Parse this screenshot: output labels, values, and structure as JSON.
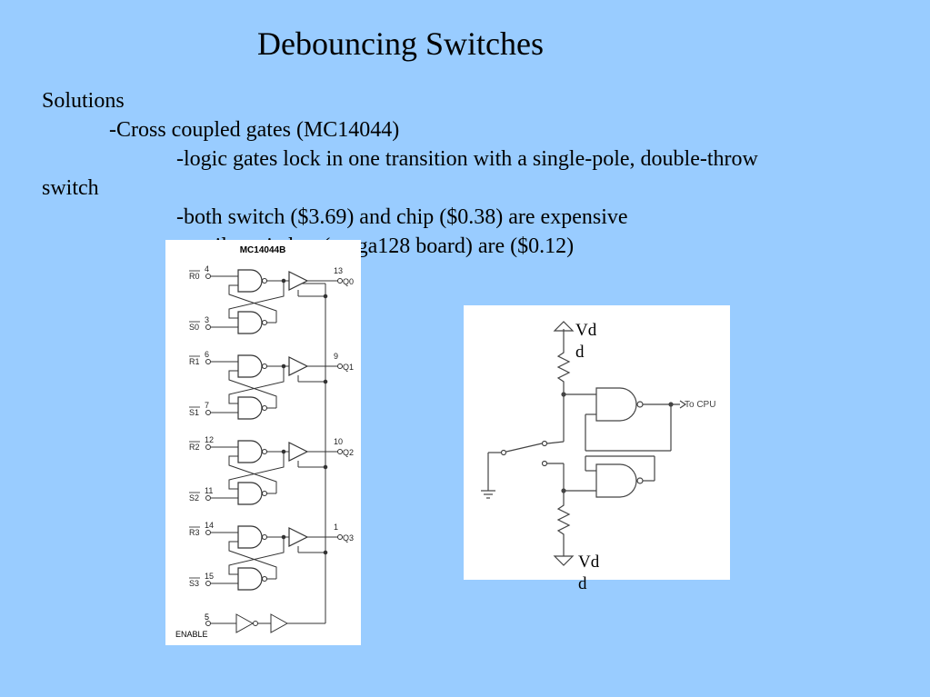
{
  "slide": {
    "title": "Debouncing Switches",
    "lines": [
      "Solutions",
      "-Cross coupled gates (MC14044)",
      "-logic gates lock in one transition with a single-pole, double-throw",
      "switch",
      "-both switch ($3.69) and chip ($0.38) are expensive",
      "-tactile switches (mega128 board) are ($0.12)"
    ]
  },
  "chip_figure": {
    "part_number": "MC14044B",
    "channels": [
      {
        "r_label": "R0",
        "r_pin": "4",
        "s_label": "S0",
        "s_pin": "3",
        "q_label": "Q0",
        "q_pin": "13"
      },
      {
        "r_label": "R1",
        "r_pin": "6",
        "s_label": "S1",
        "s_pin": "7",
        "q_label": "Q1",
        "q_pin": "9"
      },
      {
        "r_label": "R2",
        "r_pin": "12",
        "s_label": "S2",
        "s_pin": "11",
        "q_label": "Q2",
        "q_pin": "10"
      },
      {
        "r_label": "R3",
        "r_pin": "14",
        "s_label": "S3",
        "s_pin": "15",
        "q_label": "Q3",
        "q_pin": "1"
      }
    ],
    "enable_label": "ENABLE",
    "enable_pin": "5"
  },
  "circuit_figure": {
    "output_label": "To CPU",
    "supply_label": "Vdd"
  }
}
